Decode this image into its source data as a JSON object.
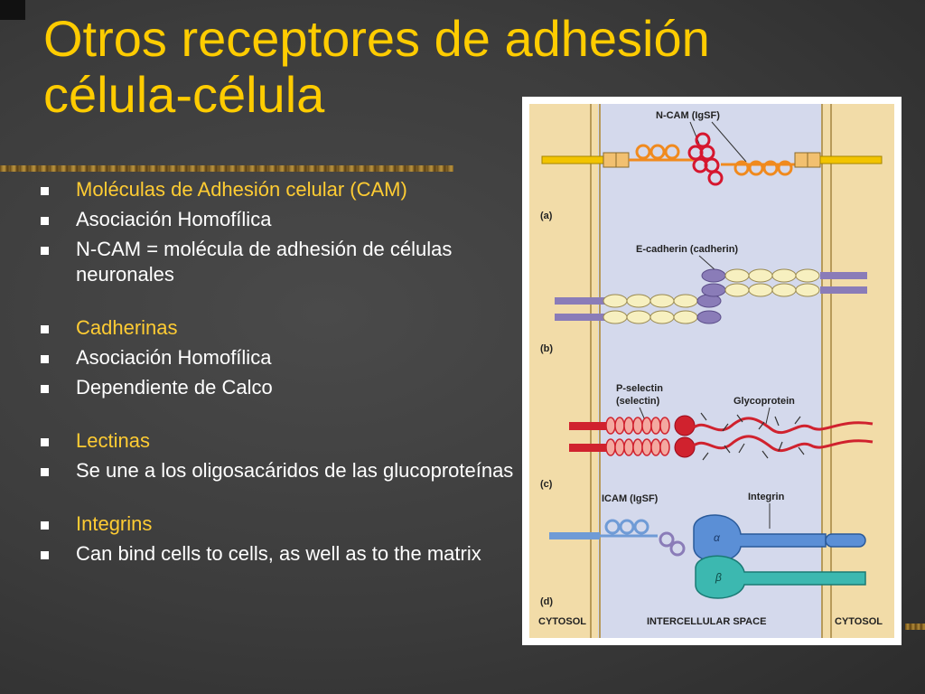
{
  "slide": {
    "title_line1": "Otros receptores de adhesión",
    "title_line2": "célula-célula"
  },
  "bullets": [
    {
      "text": "Moléculas de Adhesión celular (CAM)",
      "heading": true
    },
    {
      "text": "Asociación Homofílica",
      "heading": false
    },
    {
      "text": "N-CAM = molécula de adhesión de células neuronales",
      "heading": false
    },
    {
      "text": "Cadherinas",
      "heading": true
    },
    {
      "text": "Asociación Homofílica",
      "heading": false
    },
    {
      "text": "Dependiente de Calco",
      "heading": false
    },
    {
      "text": "Lectinas",
      "heading": true
    },
    {
      "text": "Se une a los oligosacáridos de las glucoproteínas",
      "heading": false
    },
    {
      "text": "Integrins",
      "heading": true
    },
    {
      "text": "Can bind cells to cells, as well as to the matrix",
      "heading": false
    }
  ],
  "figure": {
    "panel_a_label": "(a)",
    "panel_b_label": "(b)",
    "panel_c_label": "(c)",
    "panel_d_label": "(d)",
    "ncam_label": "N-CAM (IgSF)",
    "ecadherin_label": "E-cadherin (cadherin)",
    "pselectin_label_1": "P-selectin",
    "pselectin_label_2": "(selectin)",
    "glycoprotein_label": "Glycoprotein",
    "icam_label": "ICAM (IgSF)",
    "integrin_label": "Integrin",
    "alpha_label": "α",
    "beta_label": "β",
    "cytosol_left": "CYTOSOL",
    "intercellular": "INTERCELLULAR SPACE",
    "cytosol_right": "CYTOSOL",
    "colors": {
      "cytosol": "#f2dca8",
      "intercellular": "#d4d9ec",
      "ncam": "#f08a1e",
      "ncam_red": "#d6162e",
      "cadherin_fill": "#f7f0c0",
      "cadherin_purple": "#8a7cb8",
      "selectin": "#d0222e",
      "selectin_bead": "#f4a9a0",
      "icam": "#6f9bd6",
      "integrin_alpha": "#5b8fd6",
      "integrin_beta": "#3cb8b0"
    }
  }
}
